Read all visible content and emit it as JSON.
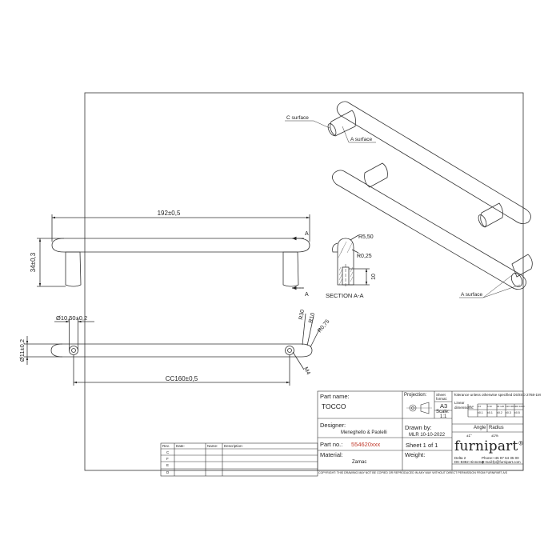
{
  "dimensions": {
    "length": "192±0,5",
    "height": "34±0,3",
    "diameter_top": "Ø10,50±0,2",
    "diameter_side": "Ø11±0,2",
    "center_distance": "CC160±0,5",
    "r30": "R30",
    "r10": "R10",
    "r075": "R0,75",
    "thread": "M4",
    "r550": "R5,50",
    "r025": "R0,25",
    "depth": "10",
    "section_marker": "A"
  },
  "labels": {
    "section": "SECTION A-A",
    "c_surface": "C surface",
    "a_surface_1": "A surface",
    "a_surface_2": "A surface"
  },
  "title_block": {
    "part_name_label": "Part name:",
    "part_name": "TOCCO",
    "projection_label": "Projection:",
    "sheet_format_label": "Sheet format:",
    "sheet_format": "A3",
    "scale_label": "Scale:",
    "scale": "1:1",
    "designer_label": "Designer:",
    "designer": "Meneghello & Paolelli",
    "drawn_by_label": "Drawn by:",
    "drawn_by": "MLR 10-10-2022",
    "part_no_label": "Part no.:",
    "part_no": "554620xxx",
    "sheet": "Sheet 1 of 1",
    "material_label": "Material:",
    "material": "Zamac",
    "weight_label": "Weight:",
    "tolerance_note": "Tolerance unless otherwise specified DS/ISO 2768-1M",
    "linear_label": "Linear dimensions:",
    "tol_ranges": [
      "0.5 3",
      "3 6",
      "6 30",
      "30 120",
      "120 400",
      "400 1000",
      "1000 2000"
    ],
    "tol_values": [
      "±0.1",
      "±0.1",
      "±0.2",
      "±0.3",
      "±0.5",
      "±0.8",
      "±1.2"
    ],
    "angle_label": "Angle",
    "radius_label": "Radius",
    "angle_value": "±1°",
    "radius_value": "±1%",
    "rev_header": [
      "Rev.",
      "Date:",
      "Name:",
      "Description:"
    ],
    "rev_rows": [
      "C",
      "F",
      "E",
      "D"
    ],
    "company": "furnipart",
    "registered": "®",
    "address_1": "Delta 2",
    "address_2": "DK-8382 Hinnerup",
    "phone_label": "Phone:",
    "phone": "+45 87 64 35 00",
    "email_label": "E-mail:",
    "email": "fp@furnipart.com",
    "copyright": "COPYRIGHT: THIS DRAWING MAY NOT BE COPIED OR REPRODUCED IN ANY WAY WITHOUT DIRECT PERMISSION FROM FURNIPART A/S"
  }
}
